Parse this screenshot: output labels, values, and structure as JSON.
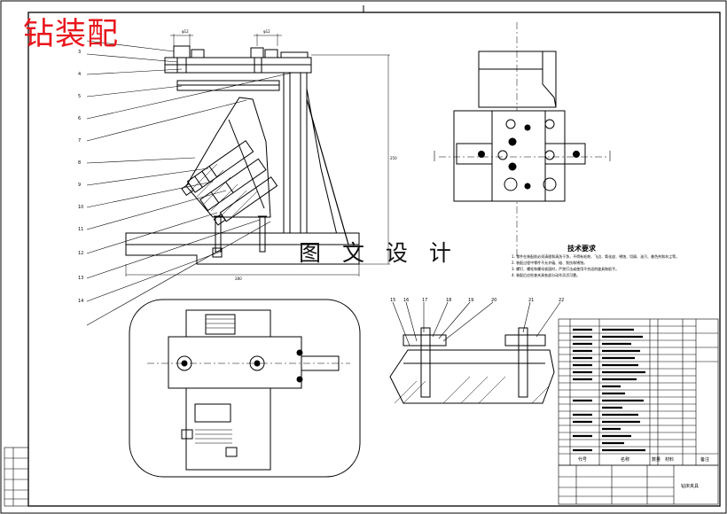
{
  "titles": {
    "red": "钻装配",
    "black": "图 文 设 计"
  },
  "tech_requirements": {
    "title": "技术要求",
    "lines": [
      "1. 零件在装配前必须清理和清洗干净，不得有毛刺、飞边、氧化皮、锈蚀、切屑、油污、着色剂和灰尘等。",
      "2. 装配过程中零件不允许磕、碰、划伤和锈蚀。",
      "3. 螺钉、螺栓和螺母紧固时，严禁打击或使用不合适的旋具和扳手。",
      "4. 装配后应检查夹具各部分动作灵活可靠。"
    ]
  },
  "balloons_left": [
    "3",
    "4",
    "5",
    "6",
    "7",
    "8",
    "9",
    "10",
    "11",
    "12",
    "13",
    "14"
  ],
  "balloons_section": [
    "15",
    "16",
    "17",
    "18",
    "19",
    "20",
    "21",
    "22"
  ],
  "bom_header": {
    "code": "代号",
    "name": "名称",
    "qty": "数量",
    "material": "材料",
    "remark": "备注"
  },
  "title_block": {
    "drawing_name": "钻床夹具"
  },
  "colors": {
    "red_title": "#e8161b",
    "line": "#000000"
  }
}
